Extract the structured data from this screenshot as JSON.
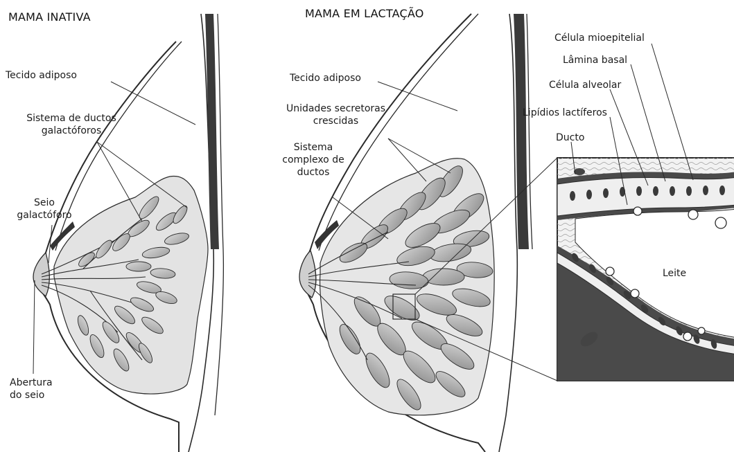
{
  "panels": {
    "inactive": {
      "title": "MAMA INATIVA",
      "labels": {
        "adipose": "Tecido adiposo",
        "ducts_line1": "Sistema de ductos",
        "ducts_line2": "galactóforos",
        "sinus_line1": "Seio",
        "sinus_line2": "galactóforo",
        "opening_line1": "Abertura",
        "opening_line2": "do seio"
      }
    },
    "lactating": {
      "title": "MAMA EM LACTAÇÃO",
      "labels": {
        "adipose": "Tecido adiposo",
        "units_line1": "Unidades secretoras",
        "units_line2": "crescidas",
        "complex_line1": "Sistema",
        "complex_line2": "complexo de",
        "complex_line3": "ductos"
      }
    },
    "detail": {
      "labels": {
        "myoepithelial": "Célula mioepitelial",
        "basal_lamina": "Lâmina basal",
        "alveolar_cell": "Célula alveolar",
        "lipids": "Lipídios lactíferos",
        "duct": "Ducto",
        "milk": "Leite"
      }
    }
  },
  "colors": {
    "line": "#2a2a2a",
    "skin_fill": "#f4f4f4",
    "gland_fill": "#dcdcdc",
    "lobule_fill": "#c4c4c4",
    "muscle_fill": "#3a3a3a",
    "cell_fill": "#efefef",
    "myo_fill": "#555555",
    "lumen_fill": "#ffffff"
  }
}
